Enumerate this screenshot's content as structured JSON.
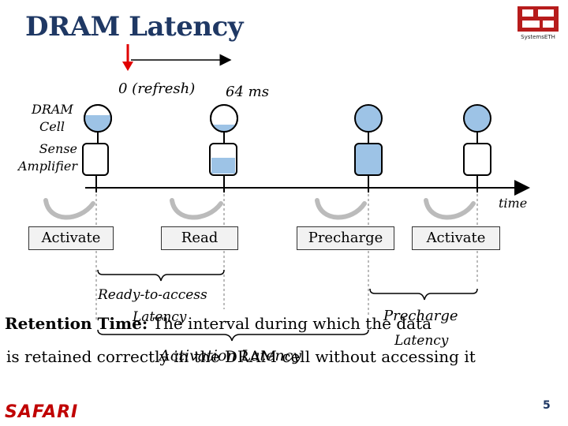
{
  "slide": {
    "title": "DRAM Latency",
    "page_number": "5",
    "footer_logo_text": "SAFARI",
    "university_logo_text": "SystemsETH"
  },
  "diagram": {
    "labels": {
      "dram_cell": "DRAM Cell",
      "sense_amplifier": "Sense Amplifier",
      "refresh": "0 (refresh)",
      "interval": "64 ms",
      "time": "time"
    },
    "steps": [
      "Activate",
      "Read",
      "Precharge",
      "Activate"
    ],
    "annotations": {
      "ready_to_access": "Ready-to-access",
      "latency_1": "Latency",
      "precharge": "Precharge",
      "latency_2": "Latency",
      "activation_latency": "Activation Latency"
    },
    "colors": {
      "title": "#1f3864",
      "cell_fill": "#9dc3e6",
      "refresh_arrow": "#ff0000",
      "safari": "#c00000"
    }
  },
  "caption": {
    "term": "Retention Time:",
    "line1_rest": " The interval during which the data",
    "line2": "is retained correctly in the DRAM cell without accessing it"
  }
}
